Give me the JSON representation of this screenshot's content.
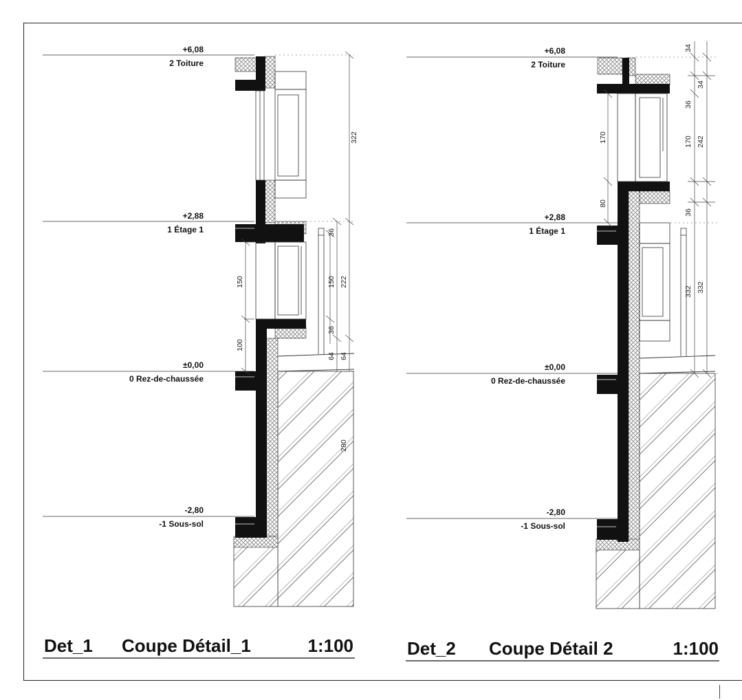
{
  "levels": [
    {
      "value": "+6,08",
      "name": "2 Toiture"
    },
    {
      "value": "+2,88",
      "name": "1 Étage 1"
    },
    {
      "value": "±0,00",
      "name": "0 Rez-de-chaussée"
    },
    {
      "value": "-2,80",
      "name": "-1 Sous-sol"
    }
  ],
  "details": [
    {
      "id": "Det_1",
      "name": "Coupe Détail_1",
      "scale": "1:100",
      "dims": [
        "322",
        "36",
        "150",
        "222",
        "150",
        "36",
        "100",
        "64",
        "64",
        "280"
      ]
    },
    {
      "id": "Det_2",
      "name": "Coupe Détail 2",
      "scale": "1:100",
      "dims": [
        "34",
        "34",
        "36",
        "170",
        "170",
        "242",
        "80",
        "36",
        "332",
        "332"
      ]
    }
  ]
}
